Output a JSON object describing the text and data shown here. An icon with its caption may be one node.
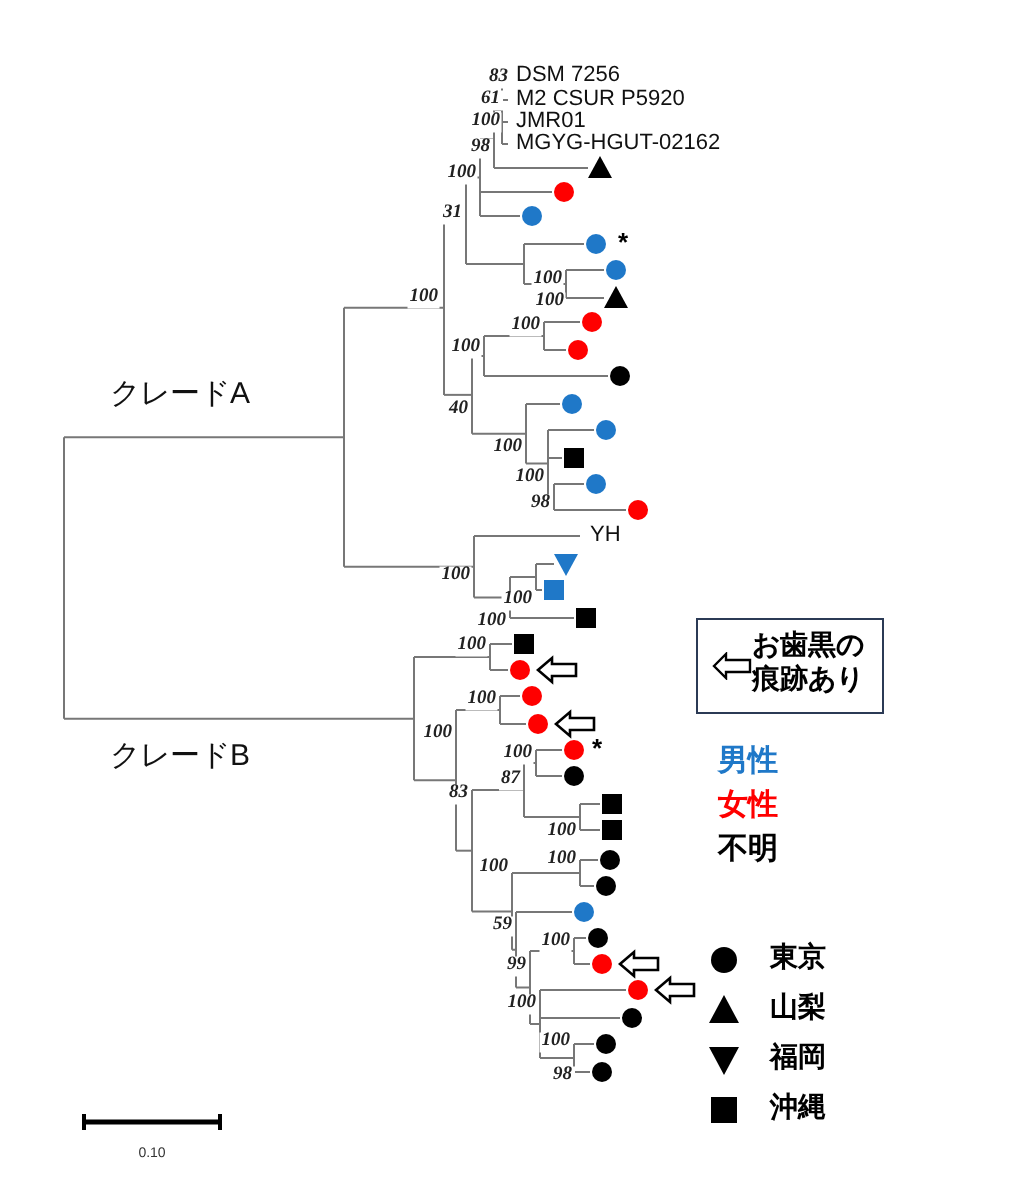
{
  "diagram": {
    "labels": [
      "DSM 7256",
      "83",
      "M2 CSUR P5920",
      "61",
      "JMR01",
      "100",
      "MGYG-HGUT-02162",
      "98",
      "100",
      "31",
      "*",
      "100",
      "100",
      "100",
      "100",
      "100",
      "クレードA",
      "40",
      "100",
      "100",
      "98",
      "YH",
      "100",
      "100",
      "100",
      "100",
      "100",
      "100",
      "100",
      "*",
      "クレードB",
      "87",
      "83",
      "100",
      "100",
      "100",
      "59",
      "100",
      "99",
      "100",
      "100",
      "98",
      "0.10"
    ],
    "legend": [
      {
        "text": "お歯黒の痕跡あり"
      },
      {
        "text": "男性",
        "color": "#1f78c8"
      },
      {
        "text": "女性",
        "color": "#ff0000"
      },
      {
        "text": "不明",
        "color": "#000000"
      },
      {
        "text": "東京"
      },
      {
        "text": "山梨"
      },
      {
        "text": "福岡"
      },
      {
        "text": "沖縄"
      }
    ]
  }
}
